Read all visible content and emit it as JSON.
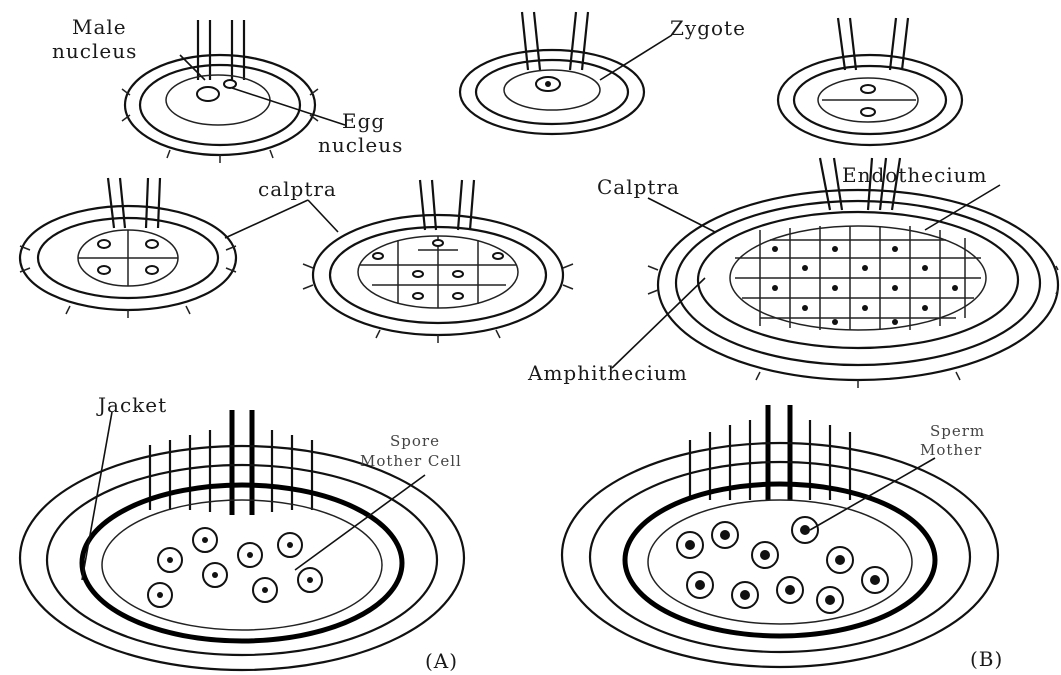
{
  "labels": {
    "male_nucleus": [
      "Male",
      "nucleus"
    ],
    "egg_nucleus": [
      "Egg",
      "nucleus"
    ],
    "zygote": "Zygote",
    "endothecium": "Endothecium",
    "calptra_lower": "calptra",
    "calptra_upper": "Calptra",
    "amphithecium": "Amphithecium",
    "jacket": "Jacket",
    "spore_mother_cell": [
      "Spore",
      "Mother Cell"
    ],
    "sperm": [
      "Sperm",
      "Mother"
    ],
    "panel_a": "(A)",
    "panel_b": "(B)"
  }
}
